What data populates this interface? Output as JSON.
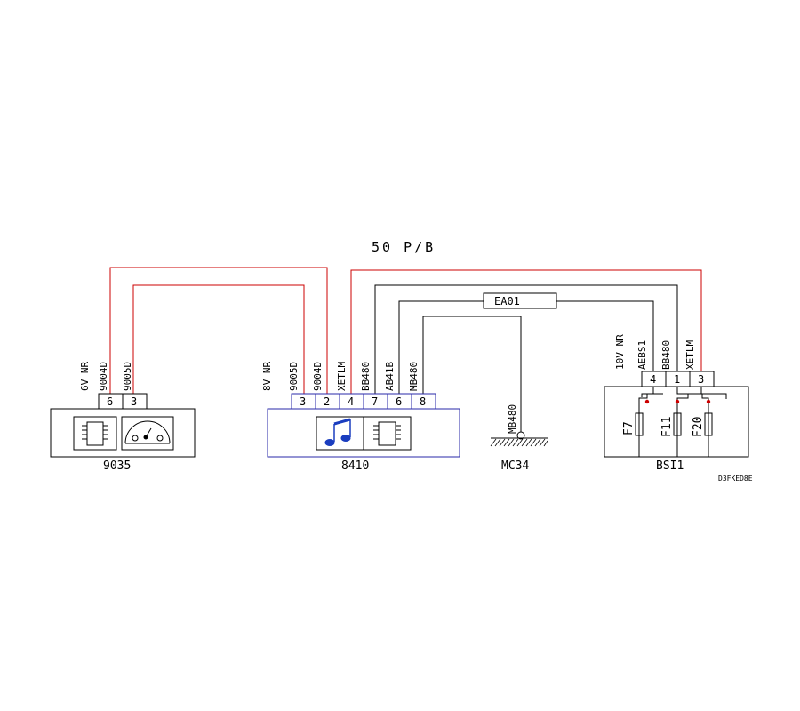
{
  "title": "50 P/B",
  "reference_code": "D3FKED8E",
  "splice_label": "EA01",
  "components": {
    "c9035": {
      "name": "9035",
      "connector_label": "6V NR",
      "pins": [
        "6",
        "3"
      ],
      "wires": [
        "9004D",
        "9005D"
      ]
    },
    "c8410": {
      "name": "8410",
      "connector_label": "8V NR",
      "pins": [
        "3",
        "2",
        "4",
        "7",
        "6",
        "8"
      ],
      "wires": [
        "9005D",
        "9004D",
        "XETLM",
        "BB480",
        "AB41B",
        "MB480"
      ]
    },
    "mc34": {
      "name": "MC34",
      "wire": "MB480"
    },
    "bsi1": {
      "name": "BSI1",
      "connector_label": "10V NR",
      "pins": [
        "4",
        "1",
        "3"
      ],
      "wires": [
        "AEBS1",
        "BB480",
        "XETLM"
      ],
      "fuses": [
        "F7",
        "F11",
        "F20"
      ]
    }
  },
  "colors": {
    "red_wire": "#cc0000",
    "black_wire": "#000000",
    "module_border": "#000000",
    "c8410_border": "#2a2aa8",
    "c8410_pin_border": "#2a2aa8",
    "music_note": "#1a3dbf",
    "fuse_dot": "#cc0000"
  },
  "icons": [
    "chip-icon",
    "gauge-icon",
    "music-note-icon",
    "ground-icon",
    "fuse-icon"
  ]
}
